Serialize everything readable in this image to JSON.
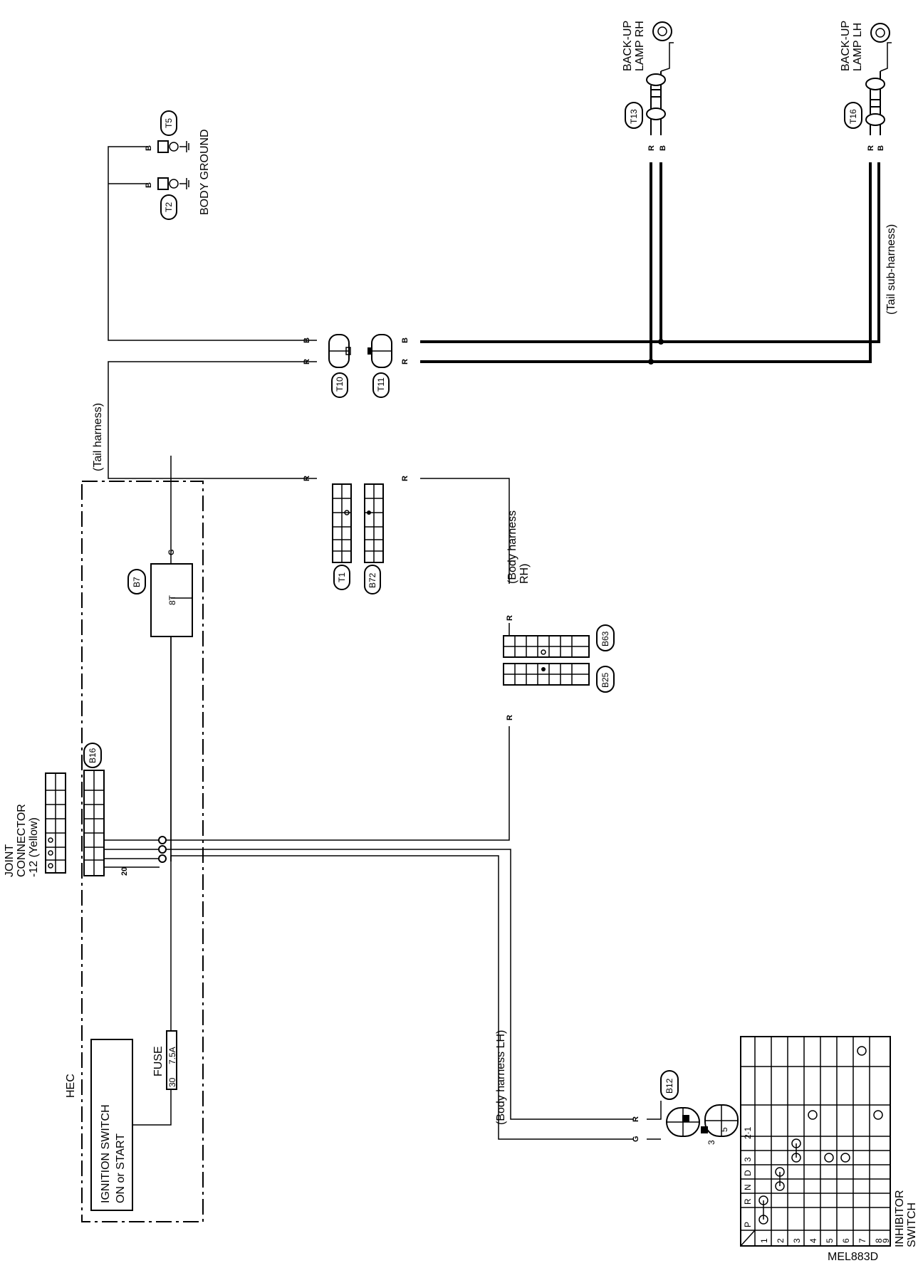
{
  "diagram_code": "MEL883D",
  "components": {
    "hec": "HEC",
    "ignition_line1": "IGNITION SWITCH",
    "ignition_line2": "ON or START",
    "fuse_label": "FUSE",
    "fuse_number": "30",
    "fuse_rating": "7.5A",
    "b7_terminal": "8T",
    "joint_line1": "JOINT",
    "joint_line2": "CONNECTOR",
    "joint_line3": "-12 (Yellow)",
    "body_ground": "BODY GROUND",
    "backup_rh_line1": "BACK-UP",
    "backup_rh_line2": "LAMP RH",
    "backup_lh_line1": "BACK-UP",
    "backup_lh_line2": "LAMP LH",
    "inhibitor_line1": "INHIBITOR",
    "inhibitor_line2": "SWITCH",
    "inhibitor_pins": [
      "3",
      "5"
    ]
  },
  "harness_labels": {
    "body_lh": "(Body harness LH)",
    "body_rh_line1": "(Body harness",
    "body_rh_line2": "RH)",
    "tail": "(Tail harness)",
    "tail_sub": "(Tail sub-harness)"
  },
  "connectors": {
    "B7": "B7",
    "B16": "B16",
    "B12": "B12",
    "B25": "B25",
    "B63": "B63",
    "T1": "T1",
    "B72": "B72",
    "T10": "T10",
    "T11": "T11",
    "T2": "T2",
    "T5": "T5",
    "T13": "T13",
    "T16": "T16"
  },
  "wire_colors": {
    "red": "R",
    "green": "G",
    "black": "B",
    "joint_pin": "20"
  },
  "inhibitor_table": {
    "headers": [
      "P",
      "R",
      "N",
      "D",
      "3",
      "2·1"
    ],
    "rows": [
      "1",
      "2",
      "3",
      "4",
      "5",
      "6",
      "7",
      "8",
      "9"
    ]
  }
}
